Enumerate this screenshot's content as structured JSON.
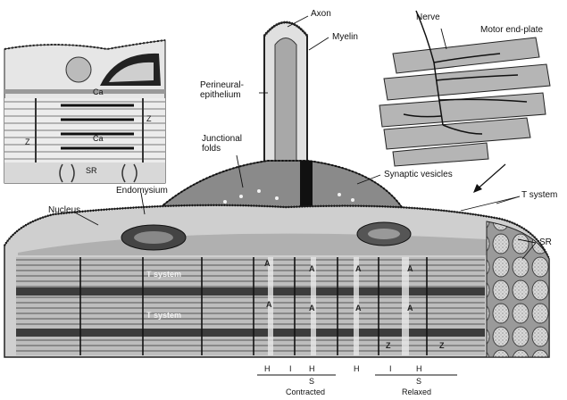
{
  "labels": {
    "axon": "Axon",
    "myelin": "Myelin",
    "nerve": "Nerve",
    "motor_end_plate": "Motor end-plate",
    "perineural_epithelium": "Perineural-\nepithelium",
    "junctional_folds": "Junctional\nfolds",
    "synaptic_vesicles": "Synaptic vesicles",
    "t_system_right": "T system",
    "sr_right": "SR",
    "endomysium": "Endomysium",
    "nucleus": "Nucleus",
    "t_system_inner_1": "T system",
    "t_system_inner_2": "T system"
  },
  "inset": {
    "ca_top": "Ca",
    "ca_mid": "Ca",
    "z_left": "Z",
    "z_right": "Z",
    "sr": "SR"
  },
  "bands": {
    "a_labels": [
      "A",
      "A",
      "A",
      "A",
      "A",
      "A",
      "A",
      "A"
    ],
    "z_labels": [
      "Z",
      "Z"
    ],
    "contracted": {
      "h1": "H",
      "i": "I",
      "h2": "H",
      "s": "S",
      "caption": "Contracted"
    },
    "relaxed": {
      "h1": "H",
      "i": "I",
      "h2": "H",
      "s": "S",
      "caption": "Relaxed"
    }
  }
}
